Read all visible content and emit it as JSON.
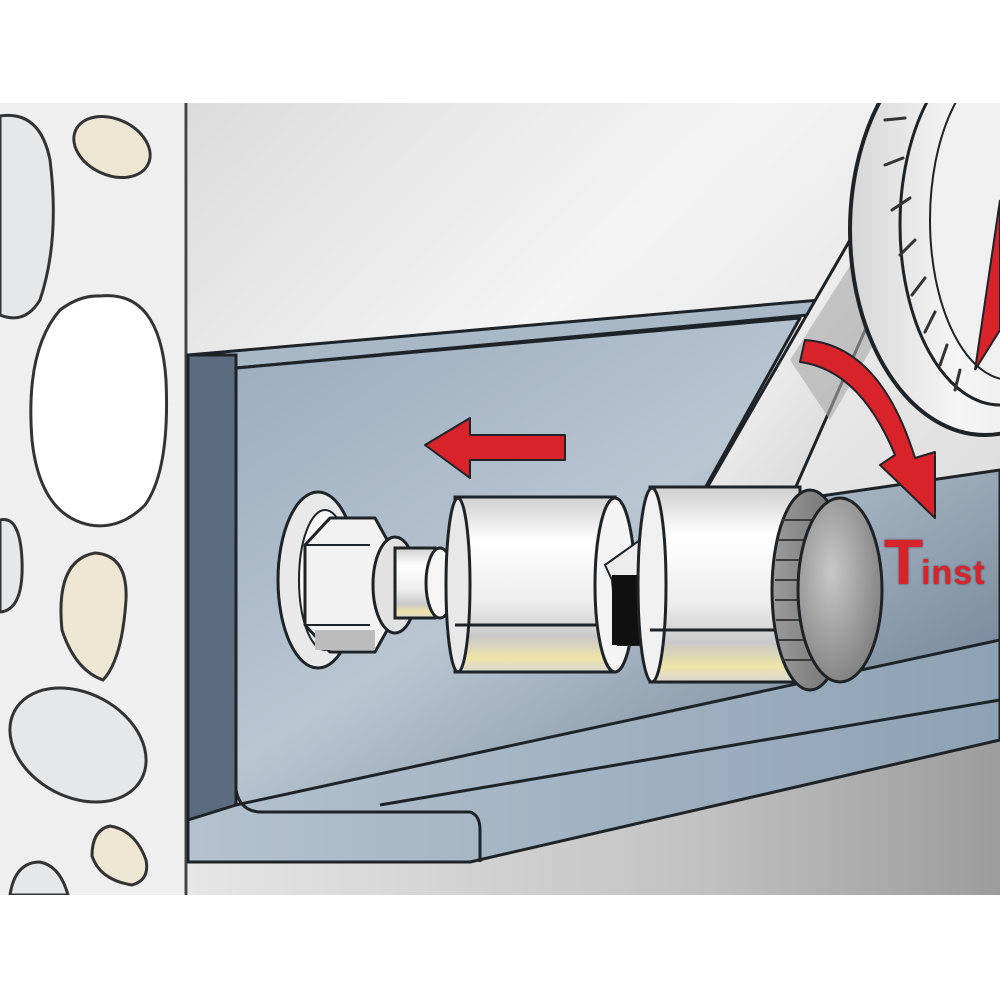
{
  "figure": {
    "description": "Installation step: bolt anchor in concrete fixing a steel angle bracket; torque wrench tightens nut to installation torque",
    "annotation": {
      "symbol": "T",
      "subscript": "inst",
      "meaning": "installation torque"
    },
    "arrows": [
      {
        "name": "pull-direction-arrow",
        "direction": "left"
      },
      {
        "name": "rotation-arrow",
        "direction": "clockwise"
      }
    ],
    "colors": {
      "background": "#ffffff",
      "concrete": "#efefef",
      "aggregate_beige": "#ece6d2",
      "aggregate_grey": "#e4e6e8",
      "steel_bracket": "#8fa3b6",
      "steel_bracket_dark": "#4f6275",
      "wall_light": "#e9e9e9",
      "chrome": "#f4f4f4",
      "accent_red": "#d8232a",
      "outline": "#1e2328"
    }
  }
}
